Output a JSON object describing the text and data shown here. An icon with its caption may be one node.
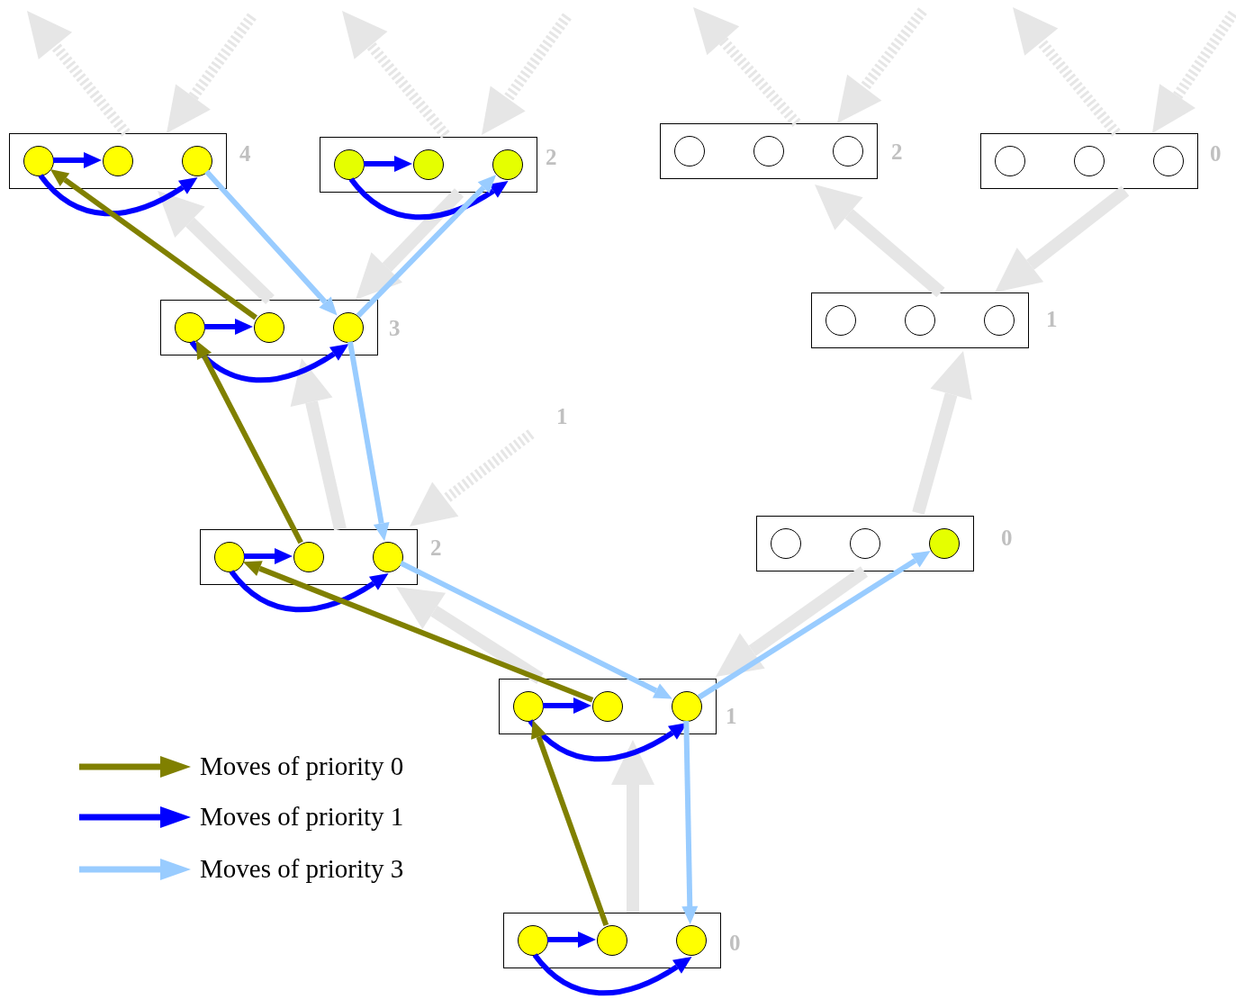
{
  "diagram": {
    "nodes": [
      {
        "text": [],
        "shape": "box",
        "beside": [
          "4"
        ]
      },
      {
        "text": [],
        "shape": "circle",
        "in": 0
      },
      {
        "text": [],
        "shape": "circle",
        "in": 0
      },
      {
        "text": [],
        "shape": "circle",
        "in": 0
      },
      {
        "text": [],
        "shape": "box",
        "beside": [
          "2"
        ]
      },
      {
        "text": [],
        "shape": "circle",
        "in": 4
      },
      {
        "text": [],
        "shape": "circle",
        "in": 4
      },
      {
        "text": [],
        "shape": "circle",
        "in": 4
      },
      {
        "text": [],
        "shape": "box",
        "beside": [
          "2"
        ]
      },
      {
        "text": [],
        "shape": "circle",
        "in": 8
      },
      {
        "text": [],
        "shape": "circle",
        "in": 8
      },
      {
        "text": [],
        "shape": "circle",
        "in": 8
      },
      {
        "text": [],
        "shape": "box",
        "beside": [
          "0"
        ]
      },
      {
        "text": [],
        "shape": "circle",
        "in": 12
      },
      {
        "text": [],
        "shape": "circle",
        "in": 12
      },
      {
        "text": [],
        "shape": "circle",
        "in": 12
      },
      {
        "text": [],
        "shape": "box",
        "beside": [
          "3"
        ]
      },
      {
        "text": [],
        "shape": "circle",
        "in": 16
      },
      {
        "text": [],
        "shape": "circle",
        "in": 16
      },
      {
        "text": [],
        "shape": "circle",
        "in": 16
      },
      {
        "text": [],
        "shape": "box",
        "beside": [
          "1"
        ]
      },
      {
        "text": [],
        "shape": "circle",
        "in": 20
      },
      {
        "text": [],
        "shape": "circle",
        "in": 20
      },
      {
        "text": [],
        "shape": "circle",
        "in": 20
      },
      {
        "text": [],
        "shape": "box",
        "beside": [
          "0"
        ]
      },
      {
        "text": [],
        "shape": "circle",
        "in": 24
      },
      {
        "text": [],
        "shape": "circle",
        "in": 24
      },
      {
        "text": [],
        "shape": "circle",
        "in": 24
      },
      {
        "text": [],
        "shape": "box",
        "beside": [
          "2"
        ]
      },
      {
        "text": [],
        "shape": "circle",
        "in": 28
      },
      {
        "text": [],
        "shape": "circle",
        "in": 28
      },
      {
        "text": [],
        "shape": "circle",
        "in": 28
      },
      {
        "text": [],
        "shape": "box",
        "beside": [
          "1"
        ]
      },
      {
        "text": [],
        "shape": "circle",
        "in": 32
      },
      {
        "text": [],
        "shape": "circle",
        "in": 32
      },
      {
        "text": [],
        "shape": "circle",
        "in": 32
      },
      {
        "text": [],
        "shape": "box",
        "beside": [
          "0"
        ]
      },
      {
        "text": [],
        "shape": "circle",
        "in": 36
      },
      {
        "text": [],
        "shape": "circle",
        "in": 36
      },
      {
        "text": [],
        "shape": "circle",
        "in": 36
      }
    ],
    "edges": [
      {
        "from": 36,
        "to": 32,
        "arrow": "to",
        "style": "thick",
        "color": "#e6e6e6"
      },
      {
        "from": 32,
        "to": 28,
        "arrow": "to",
        "style": "thick",
        "color": "#e6e6e6"
      },
      {
        "from": 28,
        "to": 16,
        "arrow": "to",
        "style": "thick",
        "color": "#e6e6e6"
      },
      {
        "from": 16,
        "to": 0,
        "arrow": "to",
        "style": "thick",
        "color": "#e6e6e6"
      },
      {
        "from": 4,
        "to": 16,
        "arrow": "to",
        "style": "thick",
        "color": "#e6e6e6"
      },
      {
        "from": 24,
        "to": 32,
        "arrow": "to",
        "style": "thick",
        "color": "#e6e6e6"
      },
      {
        "from": 24,
        "to": 20,
        "arrow": "to",
        "style": "thick",
        "color": "#e6e6e6"
      },
      {
        "from": 20,
        "to": 8,
        "arrow": "to",
        "style": "thick",
        "color": "#e6e6e6"
      },
      {
        "from": 12,
        "to": 20,
        "arrow": "to",
        "style": "thick",
        "color": "#e6e6e6"
      },
      {
        "from": 0,
        "to": null,
        "arrow": "to",
        "style": "dashed",
        "color": "#e6e6e6"
      },
      {
        "from": null,
        "to": 0,
        "arrow": "to",
        "style": "dashed",
        "color": "#e6e6e6"
      },
      {
        "from": 4,
        "to": null,
        "arrow": "to",
        "style": "dashed",
        "color": "#e6e6e6"
      },
      {
        "from": null,
        "to": 4,
        "arrow": "to",
        "style": "dashed",
        "color": "#e6e6e6"
      },
      {
        "from": 8,
        "to": null,
        "arrow": "to",
        "style": "dashed",
        "color": "#e6e6e6"
      },
      {
        "from": null,
        "to": 8,
        "arrow": "to",
        "style": "dashed",
        "color": "#e6e6e6"
      },
      {
        "from": 12,
        "to": null,
        "arrow": "to",
        "style": "dashed",
        "color": "#e6e6e6"
      },
      {
        "from": null,
        "to": 12,
        "arrow": "to",
        "style": "dashed",
        "color": "#e6e6e6"
      },
      {
        "from": null,
        "to": 28,
        "arrow": "to",
        "style": "dashed",
        "color": "#e6e6e6",
        "label": "1"
      },
      {
        "from": 1,
        "to": 2,
        "arrow": "to",
        "color": "#0000ff"
      },
      {
        "from": 1,
        "to": 3,
        "arrow": "to",
        "color": "#0000ff"
      },
      {
        "from": 5,
        "to": 6,
        "arrow": "to",
        "color": "#0000ff"
      },
      {
        "from": 5,
        "to": 7,
        "arrow": "to",
        "color": "#0000ff"
      },
      {
        "from": 17,
        "to": 18,
        "arrow": "to",
        "color": "#0000ff"
      },
      {
        "from": 17,
        "to": 19,
        "arrow": "to",
        "color": "#0000ff"
      },
      {
        "from": 29,
        "to": 30,
        "arrow": "to",
        "color": "#0000ff"
      },
      {
        "from": 29,
        "to": 31,
        "arrow": "to",
        "color": "#0000ff"
      },
      {
        "from": 33,
        "to": 34,
        "arrow": "to",
        "color": "#0000ff"
      },
      {
        "from": 33,
        "to": 35,
        "arrow": "to",
        "color": "#0000ff"
      },
      {
        "from": 37,
        "to": 38,
        "arrow": "to",
        "color": "#0000ff"
      },
      {
        "from": 37,
        "to": 39,
        "arrow": "to",
        "color": "#0000ff"
      },
      {
        "from": 18,
        "to": 1,
        "arrow": "to",
        "color": "#808000"
      },
      {
        "from": 30,
        "to": 17,
        "arrow": "to",
        "color": "#808000"
      },
      {
        "from": 34,
        "to": 29,
        "arrow": "to",
        "color": "#808000"
      },
      {
        "from": 38,
        "to": 33,
        "arrow": "to",
        "color": "#808000"
      },
      {
        "from": 3,
        "to": 19,
        "arrow": "to",
        "color": "#99ccff"
      },
      {
        "from": 19,
        "to": 7,
        "arrow": "to",
        "color": "#99ccff"
      },
      {
        "from": 19,
        "to": 31,
        "arrow": "to",
        "color": "#99ccff"
      },
      {
        "from": 31,
        "to": 35,
        "arrow": "to",
        "color": "#99ccff"
      },
      {
        "from": 35,
        "to": 27,
        "arrow": "to",
        "color": "#99ccff"
      },
      {
        "from": 35,
        "to": 39,
        "arrow": "to",
        "color": "#99ccff"
      }
    ],
    "legend": [
      {
        "text": "Moves of priority 0",
        "color": "#808000"
      },
      {
        "text": "Moves of priority 1",
        "color": "#0000ff"
      },
      {
        "text": "Moves of priority 3",
        "color": "#99ccff"
      }
    ]
  }
}
